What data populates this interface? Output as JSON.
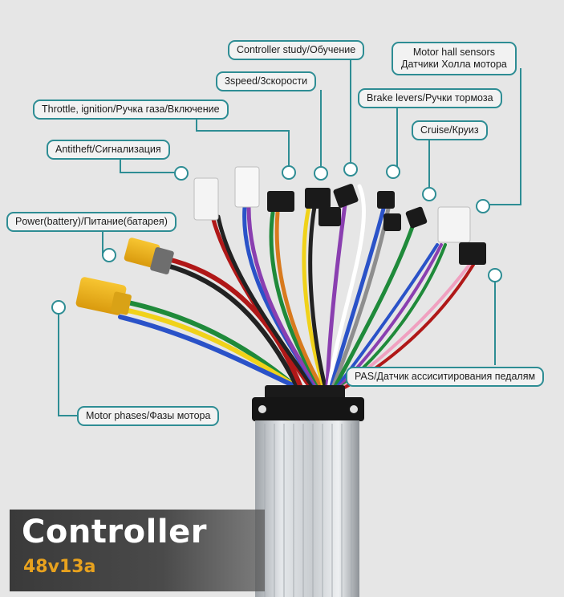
{
  "labels": {
    "controller_study": "Controller study/Обучение",
    "motor_hall_en": "Motor hall sensors",
    "motor_hall_ru": "Датчики Холла мотора",
    "speed3": "3speed/3скорости",
    "brake": "Brake levers/Ручки тормоза",
    "throttle": "Throttle, ignition/Ручка газа/Включение",
    "cruise": "Cruise/Круиз",
    "antitheft": "Antitheft/Сигнализация",
    "power": "Power(battery)/Питание(батарея)",
    "pas": "PAS/Датчик ассиситирования педалям",
    "motor_phases": "Motor phases/Фазы мотора"
  },
  "title": {
    "main": "Controller",
    "sub": "48v13a"
  },
  "colors": {
    "accent": "#2e8d94",
    "title_sub": "#e8a21e"
  }
}
